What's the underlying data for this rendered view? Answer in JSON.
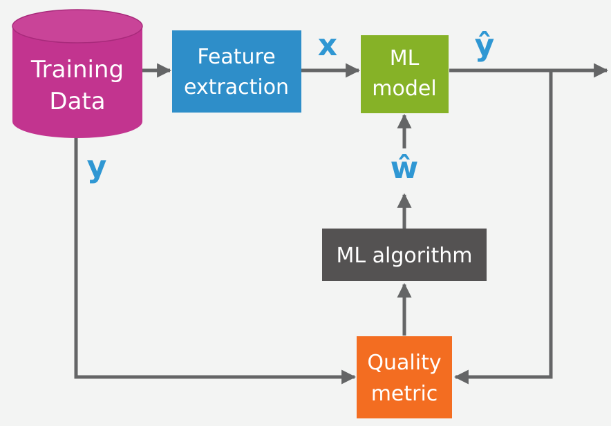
{
  "nodes": {
    "training_data": {
      "line1": "Training",
      "line2": "Data"
    },
    "feature_extraction": {
      "line1": "Feature",
      "line2": "extraction"
    },
    "ml_model": {
      "line1": "ML",
      "line2": "model"
    },
    "ml_algorithm": {
      "label": "ML algorithm"
    },
    "quality_metric": {
      "line1": "Quality",
      "line2": "metric"
    }
  },
  "variables": {
    "x": "x",
    "y_hat": "ŷ",
    "y": "y",
    "w_hat": "ŵ"
  },
  "colors": {
    "training_data": "#c2348f",
    "training_data_top": "#c94498",
    "feature_extraction": "#2e8ec9",
    "ml_model": "#86b227",
    "ml_algorithm": "#545252",
    "quality_metric": "#f36d21",
    "arrow": "#646566",
    "variable_text": "#2f97d3"
  }
}
